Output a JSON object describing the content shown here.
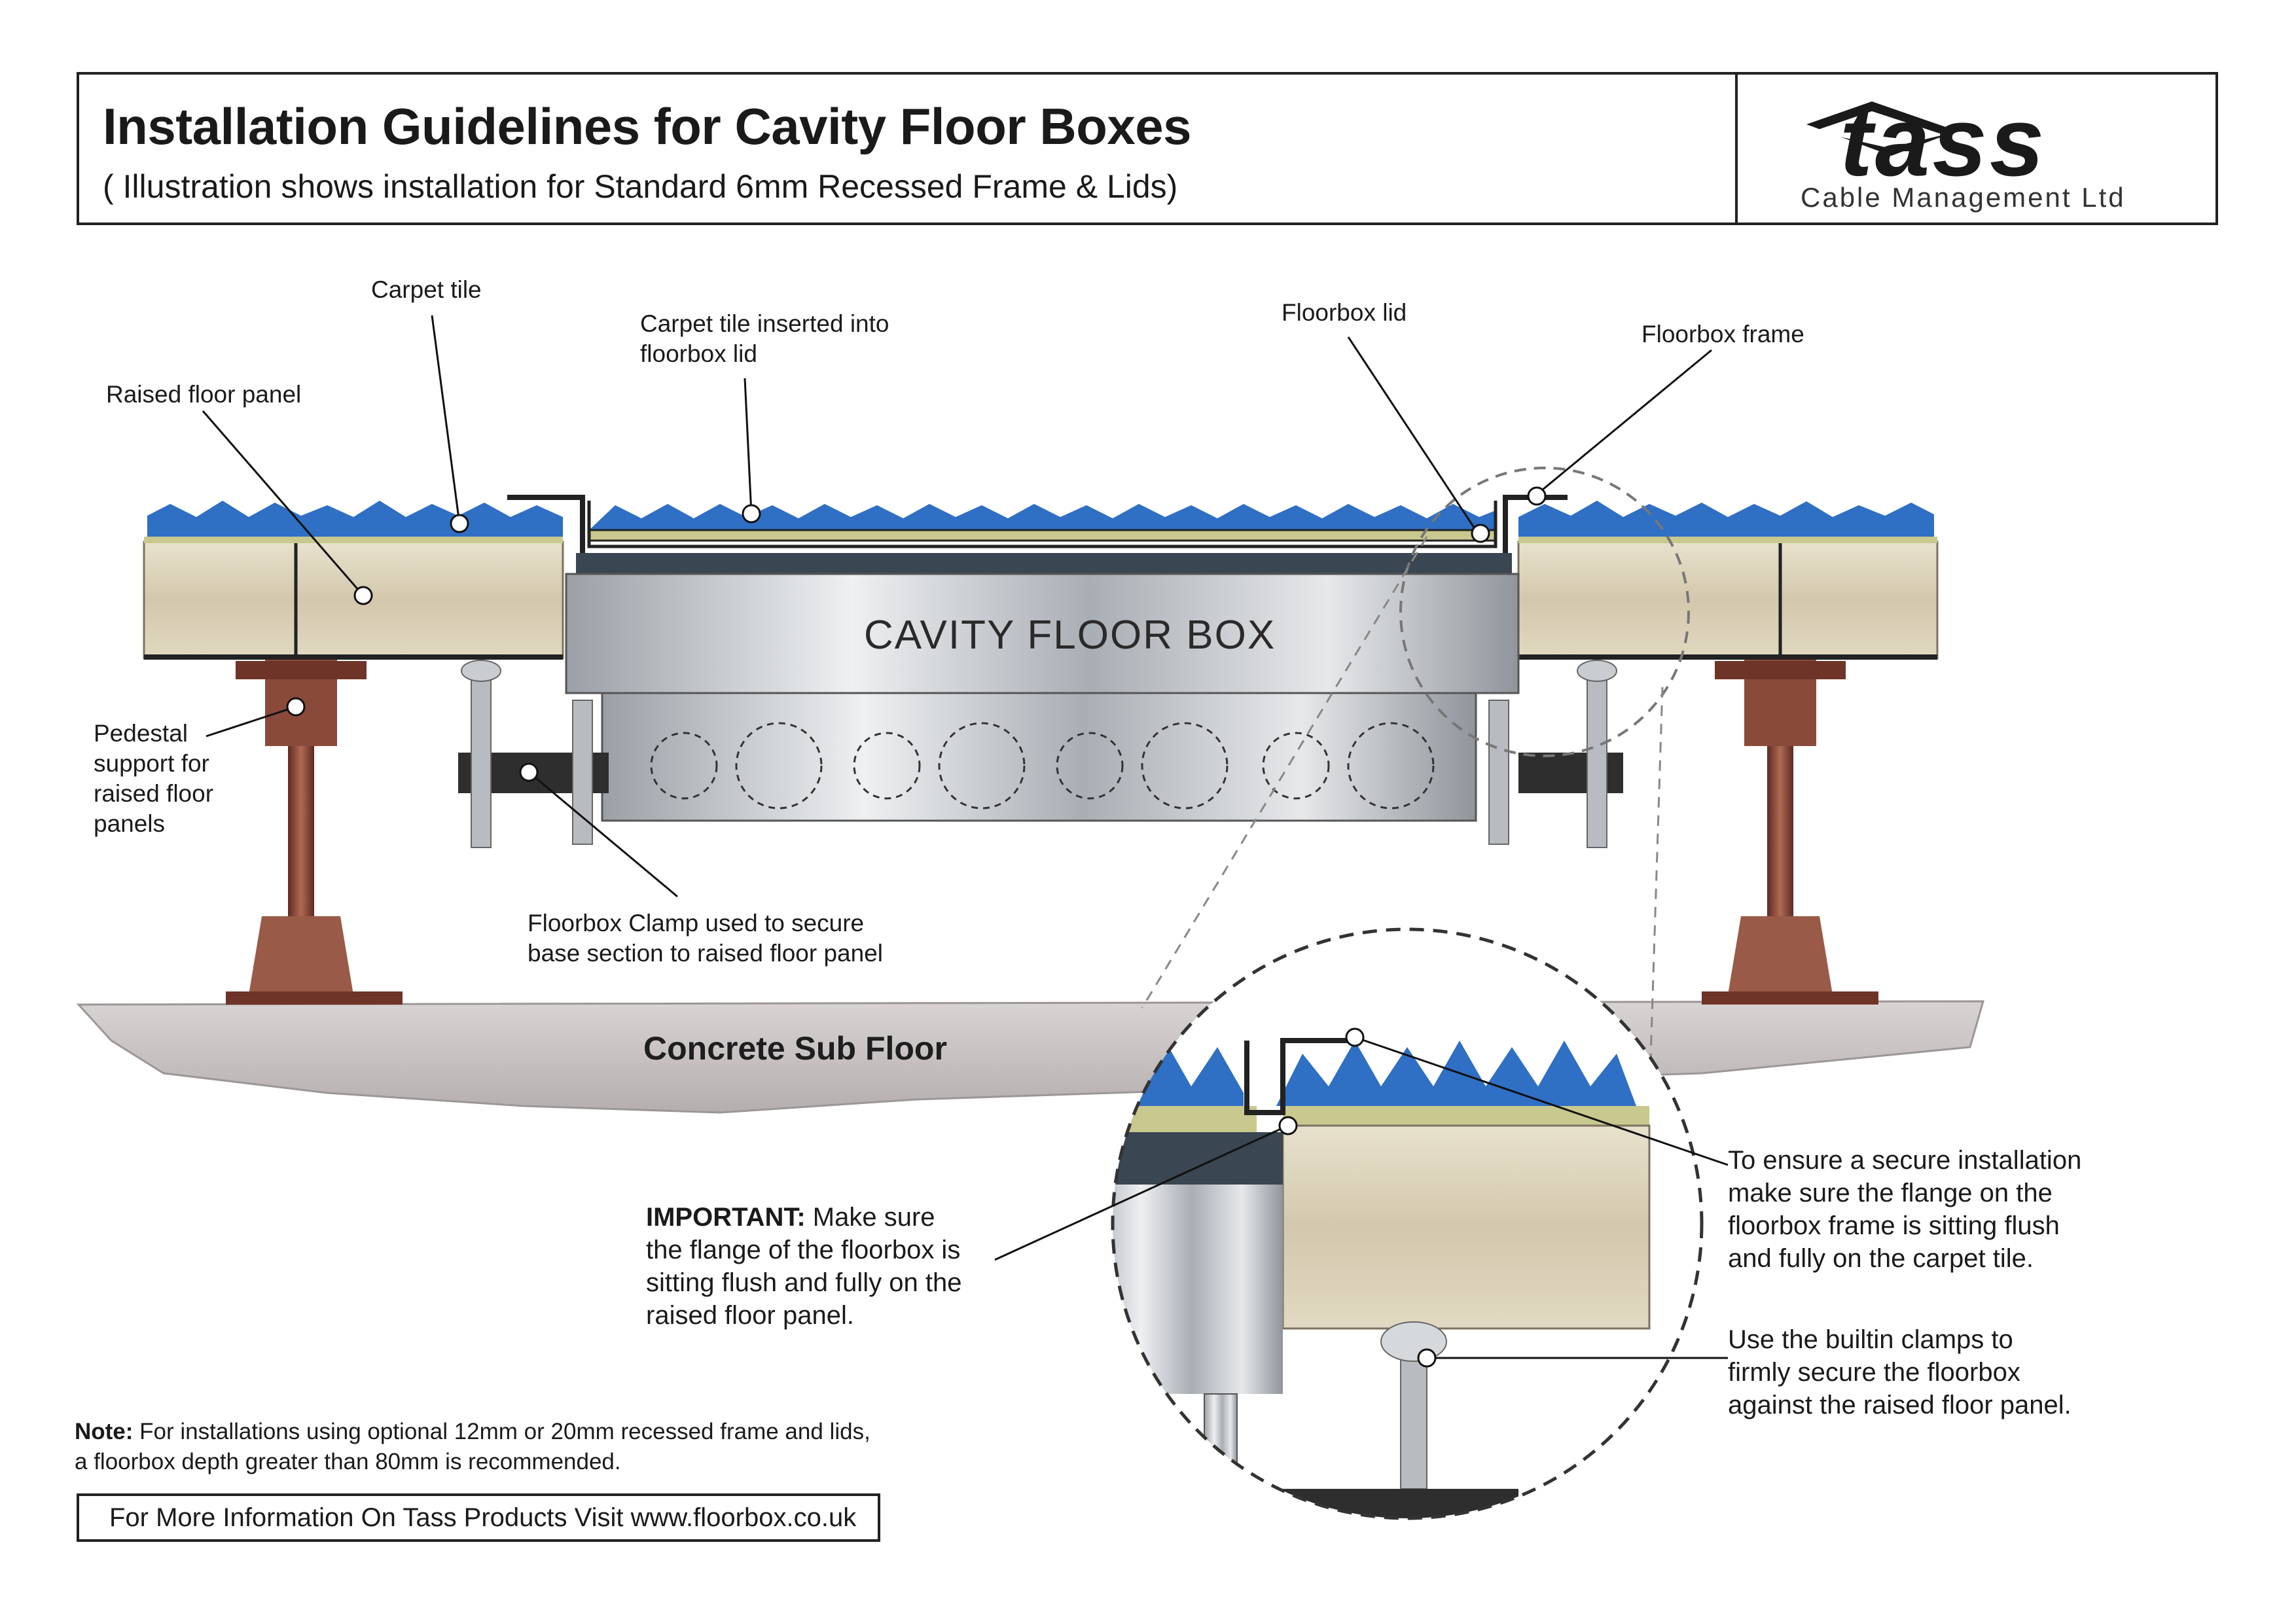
{
  "header": {
    "title": "Installation Guidelines for Cavity Floor Boxes",
    "subtitle": "( Illustration shows installation for Standard 6mm Recessed Frame & Lids)",
    "logo_word": "tass",
    "logo_sub": "Cable Management Ltd"
  },
  "labels": {
    "raised_floor_panel": "Raised floor panel",
    "carpet_tile": "Carpet tile",
    "carpet_inserted_1": "Carpet tile inserted into",
    "carpet_inserted_2": "floorbox lid",
    "floorbox_lid": "Floorbox lid",
    "floorbox_frame": "Floorbox frame",
    "pedestal_1": "Pedestal",
    "pedestal_2": "support for",
    "pedestal_3": "raised floor",
    "pedestal_4": "panels",
    "clamp_1": "Floorbox Clamp used to secure",
    "clamp_2": "base section to raised floor panel",
    "cavity_floor_box": "CAVITY FLOOR BOX",
    "concrete_sub_floor": "Concrete Sub Floor",
    "important_bold": "IMPORTANT:",
    "important_1": "Make sure",
    "important_2": "the flange of the floorbox is",
    "important_3": "sitting flush and fully on the",
    "important_4": "raised floor panel.",
    "secure_1": "To ensure a secure installation",
    "secure_2": "make sure the flange on the",
    "secure_3": "floorbox frame is sitting flush",
    "secure_4": "and fully on the carpet tile.",
    "clamps_1": "Use the builtin clamps to",
    "clamps_2": "firmly secure the floorbox",
    "clamps_3": "against the raised floor panel."
  },
  "note": {
    "bold": "Note:",
    "line1": "For installations using optional 12mm or 20mm recessed frame and lids,",
    "line2": "a floorbox depth greater than 80mm is recommended."
  },
  "footer": {
    "text": "For More Information On Tass Products Visit www.floorbox.co.uk"
  },
  "colors": {
    "carpet": "#2f6fc4",
    "panel": "#ddd3bb",
    "steel": "#c7cbd0",
    "dark_steel": "#3a4651",
    "pedestal": "#8a4a3a",
    "concrete": "#c9c4c4",
    "clamp": "#2e2e2e"
  }
}
